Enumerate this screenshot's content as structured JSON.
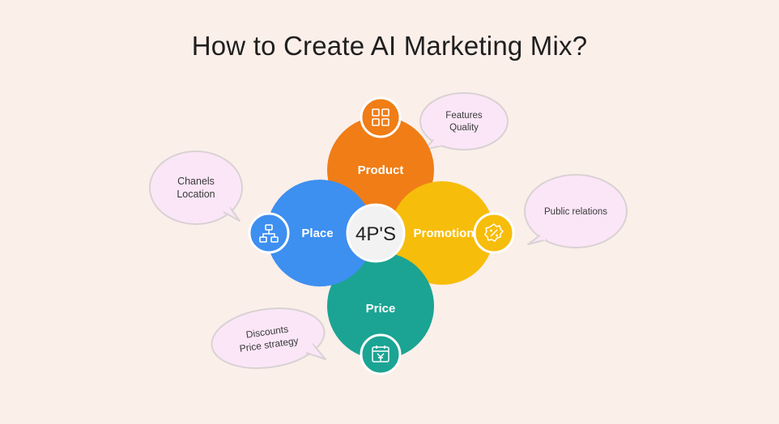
{
  "title": "How to Create AI Marketing Mix?",
  "center": {
    "label": "4P'S"
  },
  "petals": {
    "product": {
      "label": "Product",
      "color": "#f07d16",
      "icon": "grid-icon"
    },
    "place": {
      "label": "Place",
      "color": "#3d8ff0",
      "icon": "sitemap-icon"
    },
    "promotion": {
      "label": "Promotion",
      "color": "#f7bd0b",
      "icon": "discount-badge-icon"
    },
    "price": {
      "label": "Price",
      "color": "#1ba493",
      "icon": "price-tag-icon"
    }
  },
  "bubbles": {
    "product": {
      "lines": [
        "Features",
        "Quality"
      ]
    },
    "place": {
      "lines": [
        "Chanels",
        "Location"
      ]
    },
    "promotion": {
      "lines": [
        "Public relations"
      ]
    },
    "price": {
      "lines": [
        "Discounts",
        "Price strategy"
      ]
    }
  },
  "colors": {
    "background": "#fbefea",
    "bubble_fill": "#fbe6f8",
    "bubble_stroke": "#d9d2d3",
    "center_fill": "#f2f2f2"
  }
}
